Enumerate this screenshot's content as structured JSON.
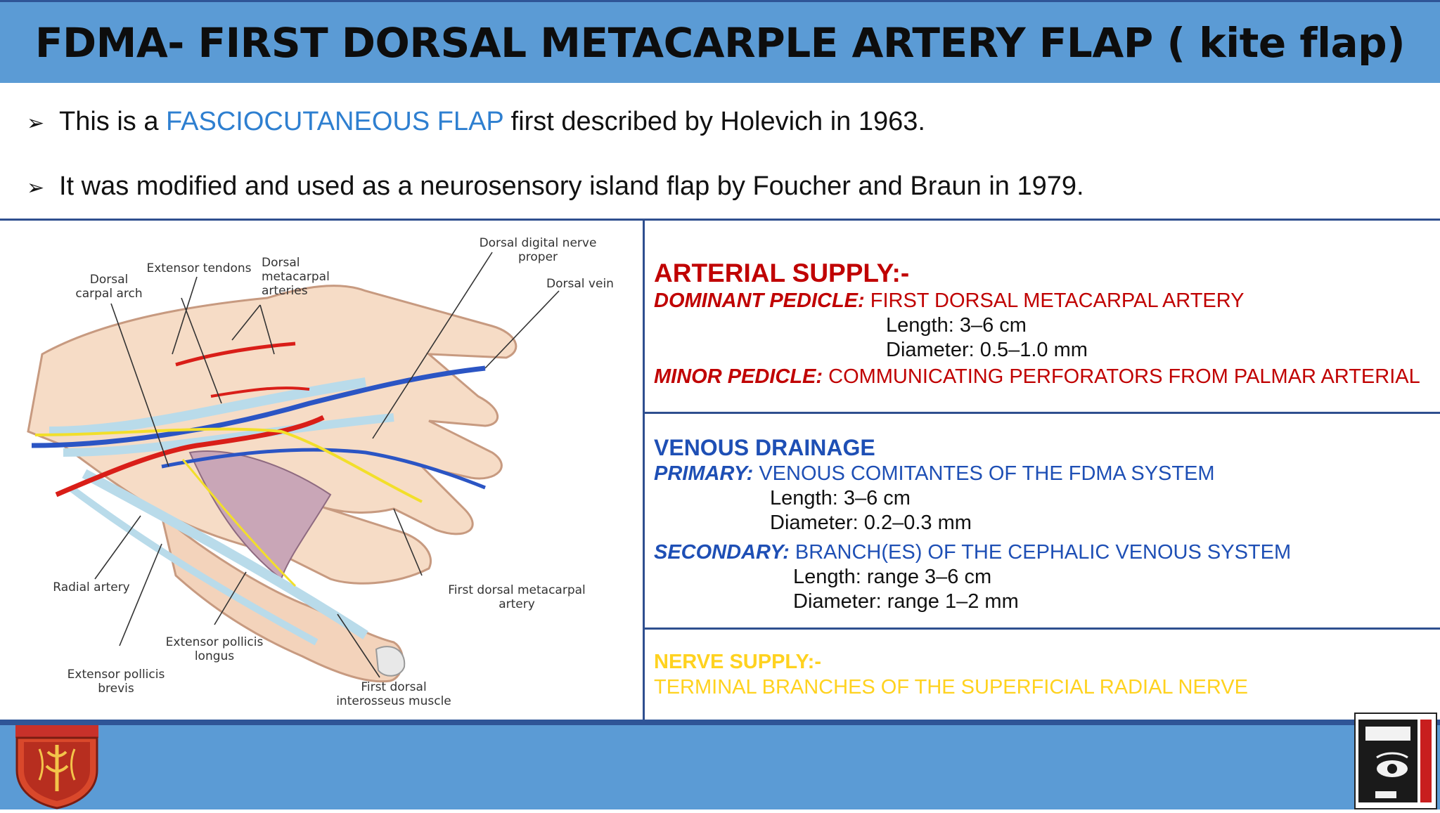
{
  "title": "FDMA- FIRST DORSAL METACARPLE ARTERY FLAP ( kite flap)",
  "bullets": [
    {
      "pre": "This is a ",
      "highlight": "FASCIOCUTANEOUS FLAP",
      "post": " first described by Holevich in 1963."
    },
    {
      "text": "It was modified and used as a neurosensory island flap by Foucher and Braun in 1979."
    }
  ],
  "diagram_labels": {
    "dorsal_carpal_arch": "Dorsal carpal arch",
    "extensor_tendons": "Extensor tendons",
    "dorsal_metacarpal_arteries": "Dorsal metacarpal arteries",
    "dorsal_digital_nerve": "Dorsal digital nerve proper",
    "dorsal_vein": "Dorsal vein",
    "radial_artery": "Radial artery",
    "first_dorsal_metacarpal_artery": "First dorsal metacarpal artery",
    "extensor_pollicis_longus": "Extensor pollicis longus",
    "extensor_pollicis_brevis": "Extensor pollicis brevis",
    "first_dorsal_interosseus": "First dorsal interosseus muscle"
  },
  "arterial": {
    "heading": "ARTERIAL SUPPLY:-",
    "dominant_label": "DOMINANT PEDICLE:",
    "dominant_value": " FIRST DORSAL METACARPAL ARTERY",
    "length": "Length: 3–6 cm",
    "diameter": "Diameter: 0.5–1.0 mm",
    "minor_label": "MINOR PEDICLE:",
    "minor_value": " COMMUNICATING PERFORATORS FROM PALMAR ARTERIAL"
  },
  "venous": {
    "heading": "VENOUS DRAINAGE",
    "primary_label": "PRIMARY:",
    "primary_value": " VENOUS COMITANTES OF THE FDMA SYSTEM",
    "primary_length": "Length: 3–6 cm",
    "primary_diameter": "Diameter: 0.2–0.3 mm",
    "secondary_label": "SECONDARY:",
    "secondary_value": " BRANCH(ES) OF THE CEPHALIC VENOUS SYSTEM",
    "secondary_length": "Length: range 3–6 cm",
    "secondary_diameter": "Diameter: range 1–2 mm"
  },
  "nerve": {
    "heading": "NERVE SUPPLY:-",
    "value": "TERMINAL BRANCHES OF THE SUPERFICIAL RADIAL NERVE"
  },
  "colors": {
    "title_bar": "#5b9bd5",
    "accent_blue": "#2e7fd0",
    "arterial_red": "#c00000",
    "venous_blue": "#1e4fb5",
    "nerve_yellow": "#ffd21f"
  },
  "logos": {
    "left": "college-crest-logo",
    "right": "department-emblem-logo"
  }
}
